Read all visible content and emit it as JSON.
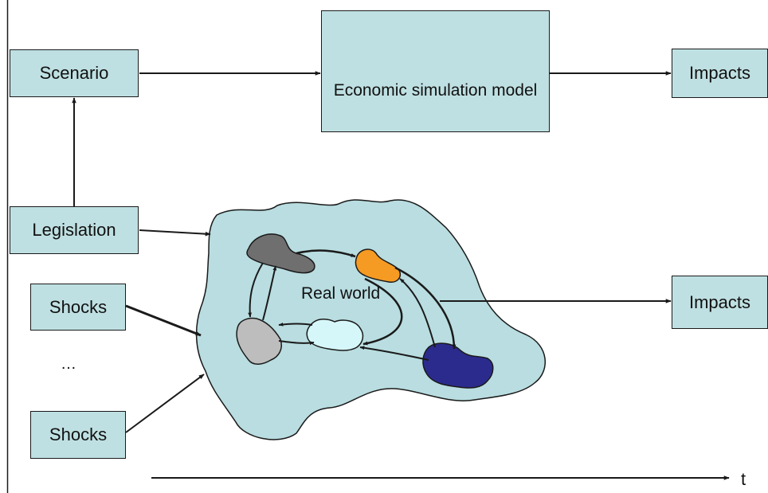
{
  "boxes": {
    "scenario": "Scenario",
    "impacts_top": "Impacts",
    "legislation": "Legislation",
    "shocks_1": "Shocks",
    "shocks_2": "Shocks",
    "impacts_mid": "Impacts",
    "model": "Economic simulation model"
  },
  "labels": {
    "real_world": "Real world",
    "ellipsis": "…",
    "time_axis": "t"
  },
  "colors": {
    "box_fill": "#bfe0e2",
    "blob_fill": "#b9dde0",
    "line": "#1a1a1a",
    "model_gray": "#7a7a7a",
    "model_blue": "#2b2b8e",
    "region_dark_gray": "#6f6f6f",
    "region_orange": "#f59a22",
    "region_light_gray": "#bdbdbd",
    "region_pale_cyan": "#d6f7f9",
    "region_navy": "#2b2b8e"
  }
}
